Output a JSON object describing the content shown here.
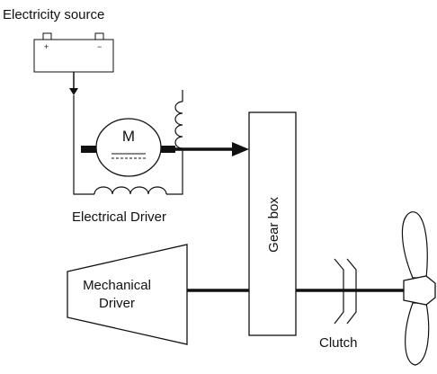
{
  "labels": {
    "electricity_source": "Electricity source",
    "battery_plus": "+",
    "battery_minus": "−",
    "motor": "M",
    "electrical_driver": "Electrical Driver",
    "gear_box": "Gear box",
    "mechanical_driver_line1": "Mechanical",
    "mechanical_driver_line2": "Driver",
    "clutch": "Clutch"
  },
  "colors": {
    "stroke": "#111111",
    "background": "#ffffff"
  }
}
